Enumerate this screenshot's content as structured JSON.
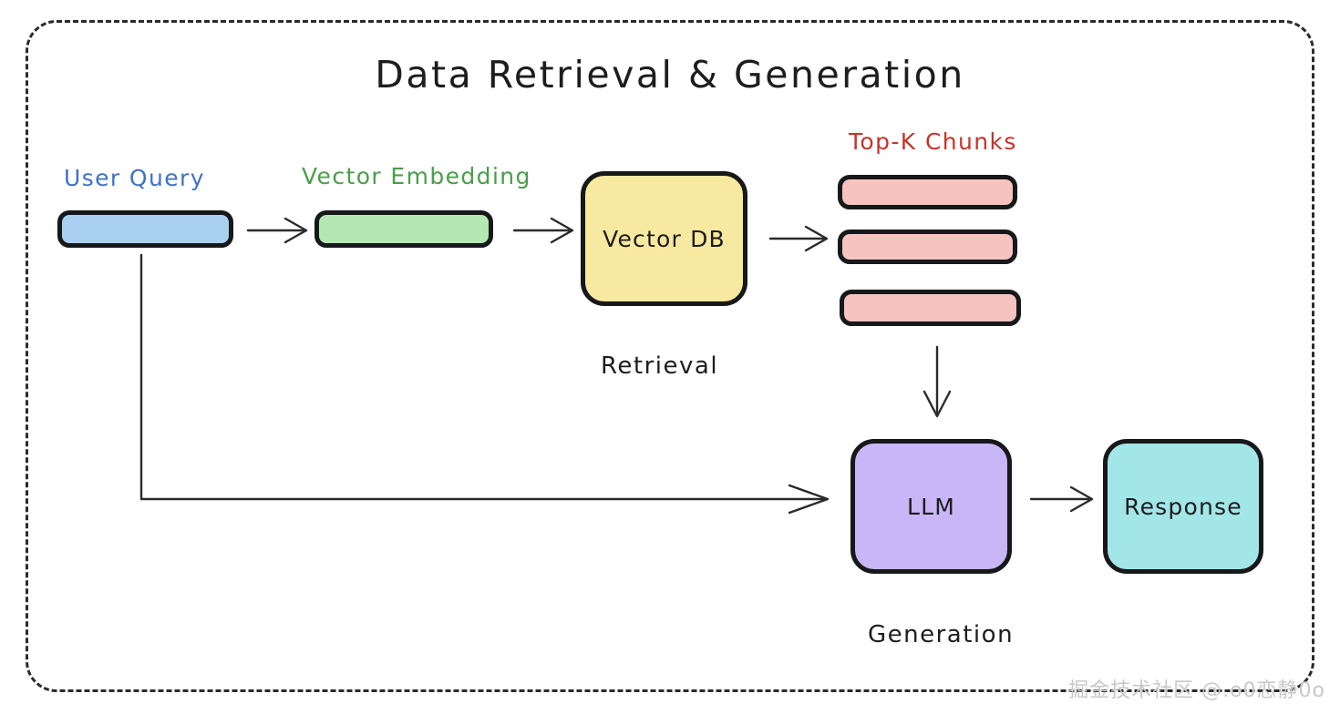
{
  "diagram": {
    "title": "Data Retrieval & Generation",
    "watermark": "掘金技术社区 @.o0恋静0o",
    "frame_style": "dashed-rounded",
    "colors": {
      "user_query_fill": "#a9cff1",
      "user_query_label": "#3d72c4",
      "vector_embedding_fill": "#b4e7b2",
      "vector_embedding_label": "#4a9e4a",
      "vector_db_fill": "#f8e9a1",
      "chunk_fill": "#f6c3c1",
      "topk_label": "#c4352c",
      "llm_fill": "#c9b6f6",
      "response_fill": "#a3e6e8",
      "stroke": "#17181a",
      "frame": "#2b2b2b",
      "text": "#1d1d1d"
    },
    "nodes": {
      "user_query": {
        "label": "User Query"
      },
      "vector_embedding": {
        "label": "Vector Embedding"
      },
      "vector_db": {
        "label": "Vector DB"
      },
      "top_k_chunks": {
        "label": "Top-K Chunks",
        "count": 3
      },
      "llm": {
        "label": "LLM"
      },
      "response": {
        "label": "Response"
      }
    },
    "captions": {
      "retrieval": "Retrieval",
      "generation": "Generation"
    },
    "edges": [
      {
        "from": "user_query",
        "to": "vector_embedding",
        "style": "arrow"
      },
      {
        "from": "vector_embedding",
        "to": "vector_db",
        "style": "arrow"
      },
      {
        "from": "vector_db",
        "to": "top_k_chunks",
        "style": "arrow"
      },
      {
        "from": "top_k_chunks",
        "to": "llm",
        "style": "arrow-down"
      },
      {
        "from": "user_query",
        "to": "llm",
        "style": "elbow-arrow"
      },
      {
        "from": "llm",
        "to": "response",
        "style": "arrow"
      }
    ]
  }
}
